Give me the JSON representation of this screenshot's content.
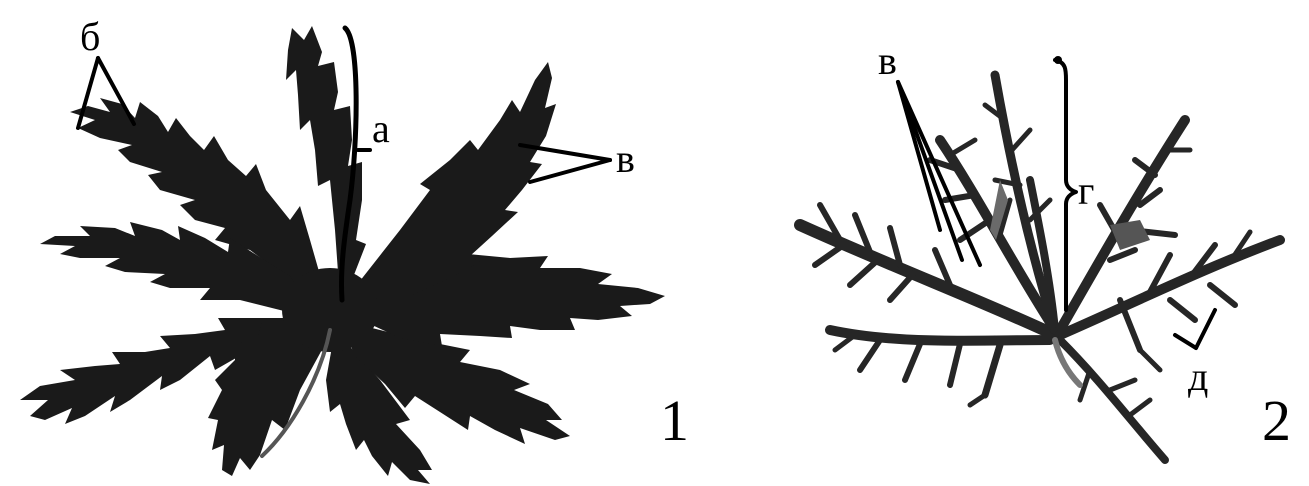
{
  "figure_1": {
    "number": "1",
    "labels": {
      "a": "а",
      "b": "б",
      "v": "в"
    }
  },
  "figure_2": {
    "number": "2",
    "labels": {
      "v": "в",
      "g": "г",
      "d": "д"
    }
  },
  "colors": {
    "leaf_1": "#1a1a1a",
    "leaf_2": "#262626",
    "label": "#000000",
    "background": "#ffffff"
  }
}
